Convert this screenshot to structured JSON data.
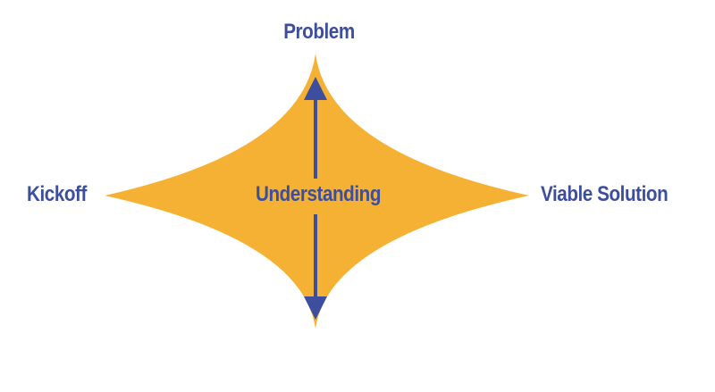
{
  "labels": {
    "top": "Problem",
    "left": "Kickoff",
    "right": "Viable Solution",
    "center": "Understanding"
  },
  "colors": {
    "shape_fill": "#F5B133",
    "text": "#3D4E9E",
    "arrow": "#3D4E9E",
    "background": "#FFFFFF"
  },
  "icons": {
    "arrow_up": "arrow-up-icon",
    "arrow_down": "arrow-down-icon"
  }
}
